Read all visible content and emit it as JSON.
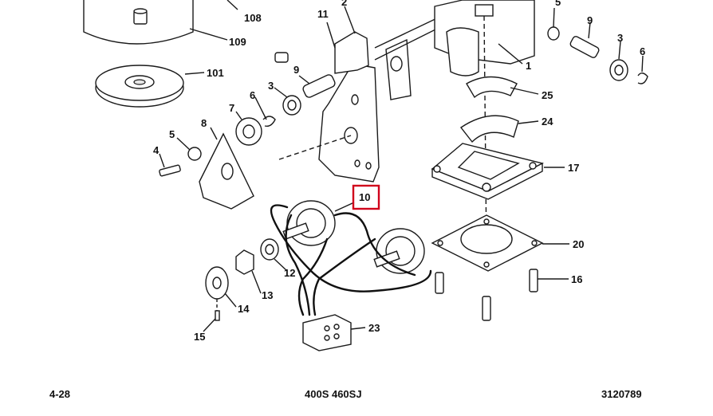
{
  "diagram": {
    "callouts": {
      "c1": "1",
      "c2": "2",
      "c3a": "3",
      "c3b": "3",
      "c4": "4",
      "c5a": "5",
      "c5b": "5",
      "c6a": "6",
      "c6b": "6",
      "c7": "7",
      "c8": "8",
      "c9a": "9",
      "c9b": "9",
      "c10": "10",
      "c11": "11",
      "c12": "12",
      "c13": "13",
      "c14": "14",
      "c15": "15",
      "c16": "16",
      "c17": "17",
      "c20": "20",
      "c23": "23",
      "c24": "24",
      "c25": "25",
      "c101": "101",
      "c108": "108",
      "c109": "109"
    },
    "highlight": {
      "part": "10",
      "color": "#d0021b"
    }
  },
  "footer": {
    "page_number": "4-28",
    "model": "400S 460SJ",
    "document_number": "3120789"
  }
}
